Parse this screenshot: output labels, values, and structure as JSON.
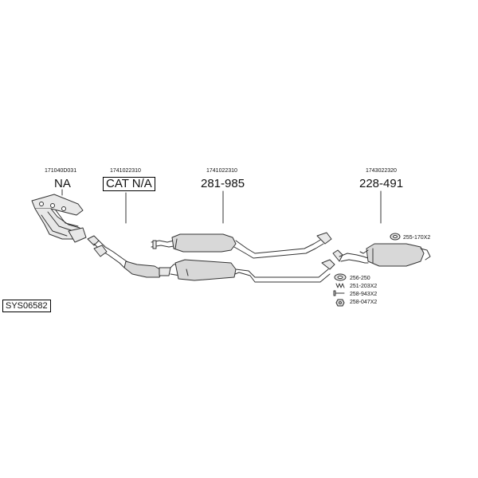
{
  "parts": [
    {
      "oem": "171040D031",
      "number": "NA",
      "boxed": false
    },
    {
      "oem": "1741022310",
      "number": "CAT N/A",
      "boxed": true
    },
    {
      "oem": "1741022310",
      "number": "281-985",
      "boxed": false
    },
    {
      "oem": "1743022320",
      "number": "228-491",
      "boxed": false
    }
  ],
  "accessories": [
    {
      "code": "255-170X2",
      "icon": "rubber-ring-icon"
    },
    {
      "code": "256-250",
      "icon": "gasket-ring-icon"
    },
    {
      "code": "251-203X2",
      "icon": "spring-icon"
    },
    {
      "code": "258-943X2",
      "icon": "bolt-icon"
    },
    {
      "code": "258-047X2",
      "icon": "nut-icon"
    }
  ],
  "system_code": "SYS06582",
  "colors": {
    "line": "#333333",
    "pipe_fill": "#e8e8e8",
    "part_fill": "#d8d8d8"
  }
}
